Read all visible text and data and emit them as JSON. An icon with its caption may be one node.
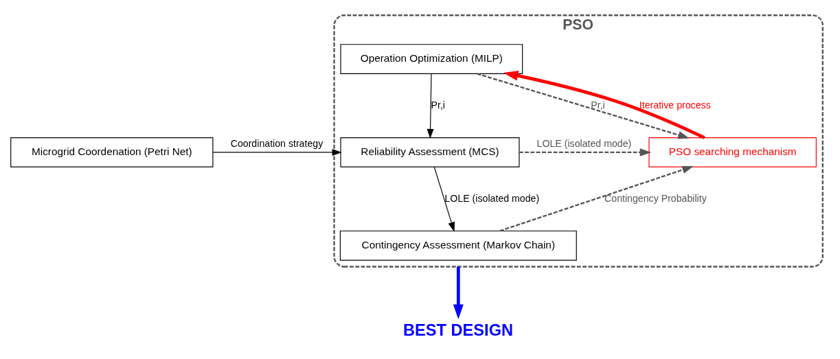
{
  "diagram": {
    "nodes": [
      {
        "text": [
          "PSO"
        ]
      },
      {
        "text": [
          "Microgrid Coordenation (Petri Net)"
        ]
      },
      {
        "text": [
          "Operation Optimization (MILP)"
        ],
        "in": 0
      },
      {
        "text": [
          "Reliability Assessment (MCS)"
        ],
        "in": 0
      },
      {
        "text": [
          "PSO searching mechanism"
        ],
        "in": 0
      },
      {
        "text": [
          "Contingency Assessment (Markov Chain)"
        ],
        "in": 0
      },
      {
        "text": [
          "BEST DESIGN"
        ]
      }
    ],
    "edges": [
      {
        "from": 1,
        "to": 3,
        "arrow": "to",
        "label": "Coordination strategy"
      },
      {
        "from": 2,
        "to": 3,
        "arrow": "to",
        "label": "Pr,i"
      },
      {
        "from": 2,
        "to": 4,
        "arrow": "to",
        "label": "Pr,i",
        "style": "dashed",
        "color": "#555555"
      },
      {
        "from": 3,
        "to": 4,
        "arrow": "to",
        "label": "LOLE (isolated mode)",
        "style": "dashed",
        "color": "#555555"
      },
      {
        "from": 3,
        "to": 5,
        "arrow": "to",
        "label": "LOLE (isolated mode)"
      },
      {
        "from": 5,
        "to": 4,
        "arrow": "to",
        "label": "Contingency Probability",
        "style": "dashed",
        "color": "#555555"
      },
      {
        "from": 4,
        "to": 2,
        "arrow": "to",
        "label": "Iterative process",
        "style": "thick",
        "color": "#ff0000"
      },
      {
        "from": 0,
        "to": 6,
        "arrow": "to",
        "style": "thick",
        "color": "#0000ff"
      }
    ]
  }
}
